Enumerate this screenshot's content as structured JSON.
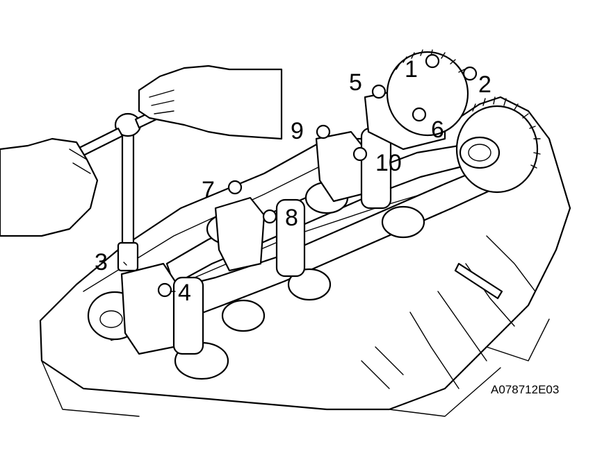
{
  "callouts": [
    "1",
    "2",
    "3",
    "4",
    "5",
    "6",
    "7",
    "8",
    "9",
    "10"
  ],
  "figure_id": "A078712E03"
}
